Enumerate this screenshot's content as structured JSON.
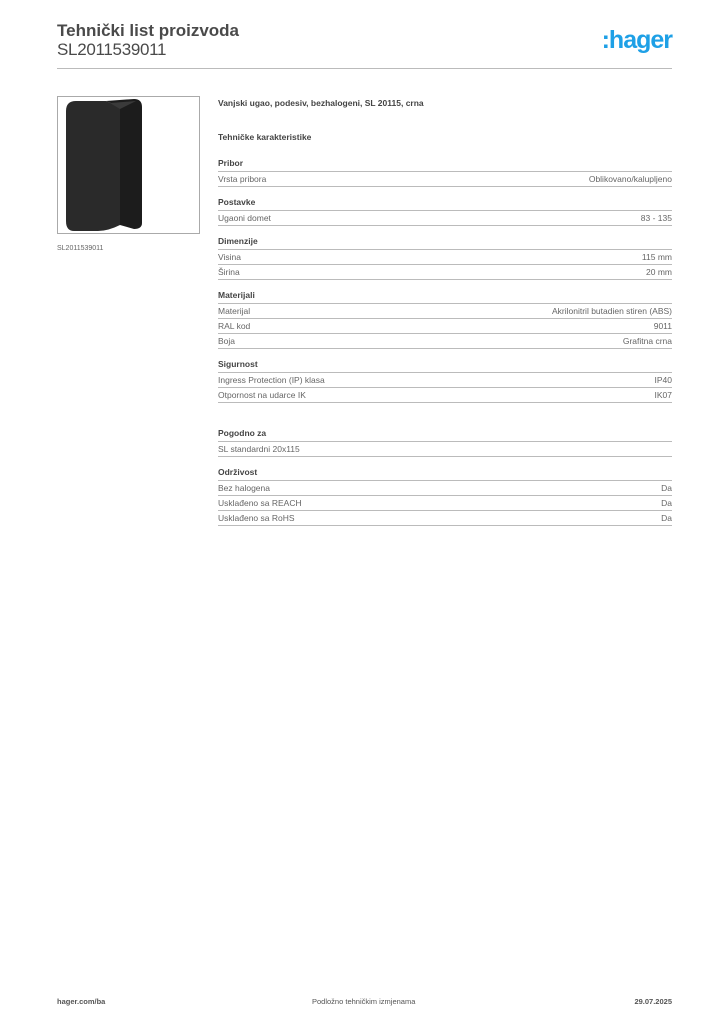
{
  "header": {
    "title": "Tehnički list proizvoda",
    "code": "SL2011539011",
    "logo": ":hager",
    "logo_color": "#1ea0e6"
  },
  "product": {
    "caption": "SL2011539011",
    "name": "Vanjski ugao, podesiv, bezhalogeni, SL 20115, crna",
    "section_title": "Tehničke karakteristike"
  },
  "sections": [
    {
      "title": "Pribor",
      "rows": [
        {
          "k": "Vrsta pribora",
          "v": "Oblikovano/kalupljeno"
        }
      ]
    },
    {
      "title": "Postavke",
      "rows": [
        {
          "k": "Ugaoni domet",
          "v": "83 - 135"
        }
      ]
    },
    {
      "title": "Dimenzije",
      "rows": [
        {
          "k": "Visina",
          "v": "115 mm"
        },
        {
          "k": "Širina",
          "v": "20 mm"
        }
      ]
    },
    {
      "title": "Materijali",
      "rows": [
        {
          "k": "Materijal",
          "v": "Akrilonitril butadien stiren (ABS)"
        },
        {
          "k": "RAL kod",
          "v": "9011"
        },
        {
          "k": "Boja",
          "v": "Grafitna crna"
        }
      ]
    },
    {
      "title": "Sigurnost",
      "rows": [
        {
          "k": "Ingress Protection (IP) klasa",
          "v": "IP40"
        },
        {
          "k": "Otpornost na udarce IK",
          "v": "IK07"
        }
      ]
    },
    {
      "title": "Pogodno za",
      "rows": [
        {
          "k": "SL standardni 20x115",
          "v": ""
        }
      ]
    },
    {
      "title": "Održivost",
      "rows": [
        {
          "k": "Bez halogena",
          "v": "Da"
        },
        {
          "k": "Usklađeno sa REACH",
          "v": "Da"
        },
        {
          "k": "Usklađeno sa RoHS",
          "v": "Da"
        }
      ]
    }
  ],
  "footer": {
    "left": "hager.com/ba",
    "center": "Podložno tehničkim izmjenama",
    "right": "29.07.2025"
  }
}
